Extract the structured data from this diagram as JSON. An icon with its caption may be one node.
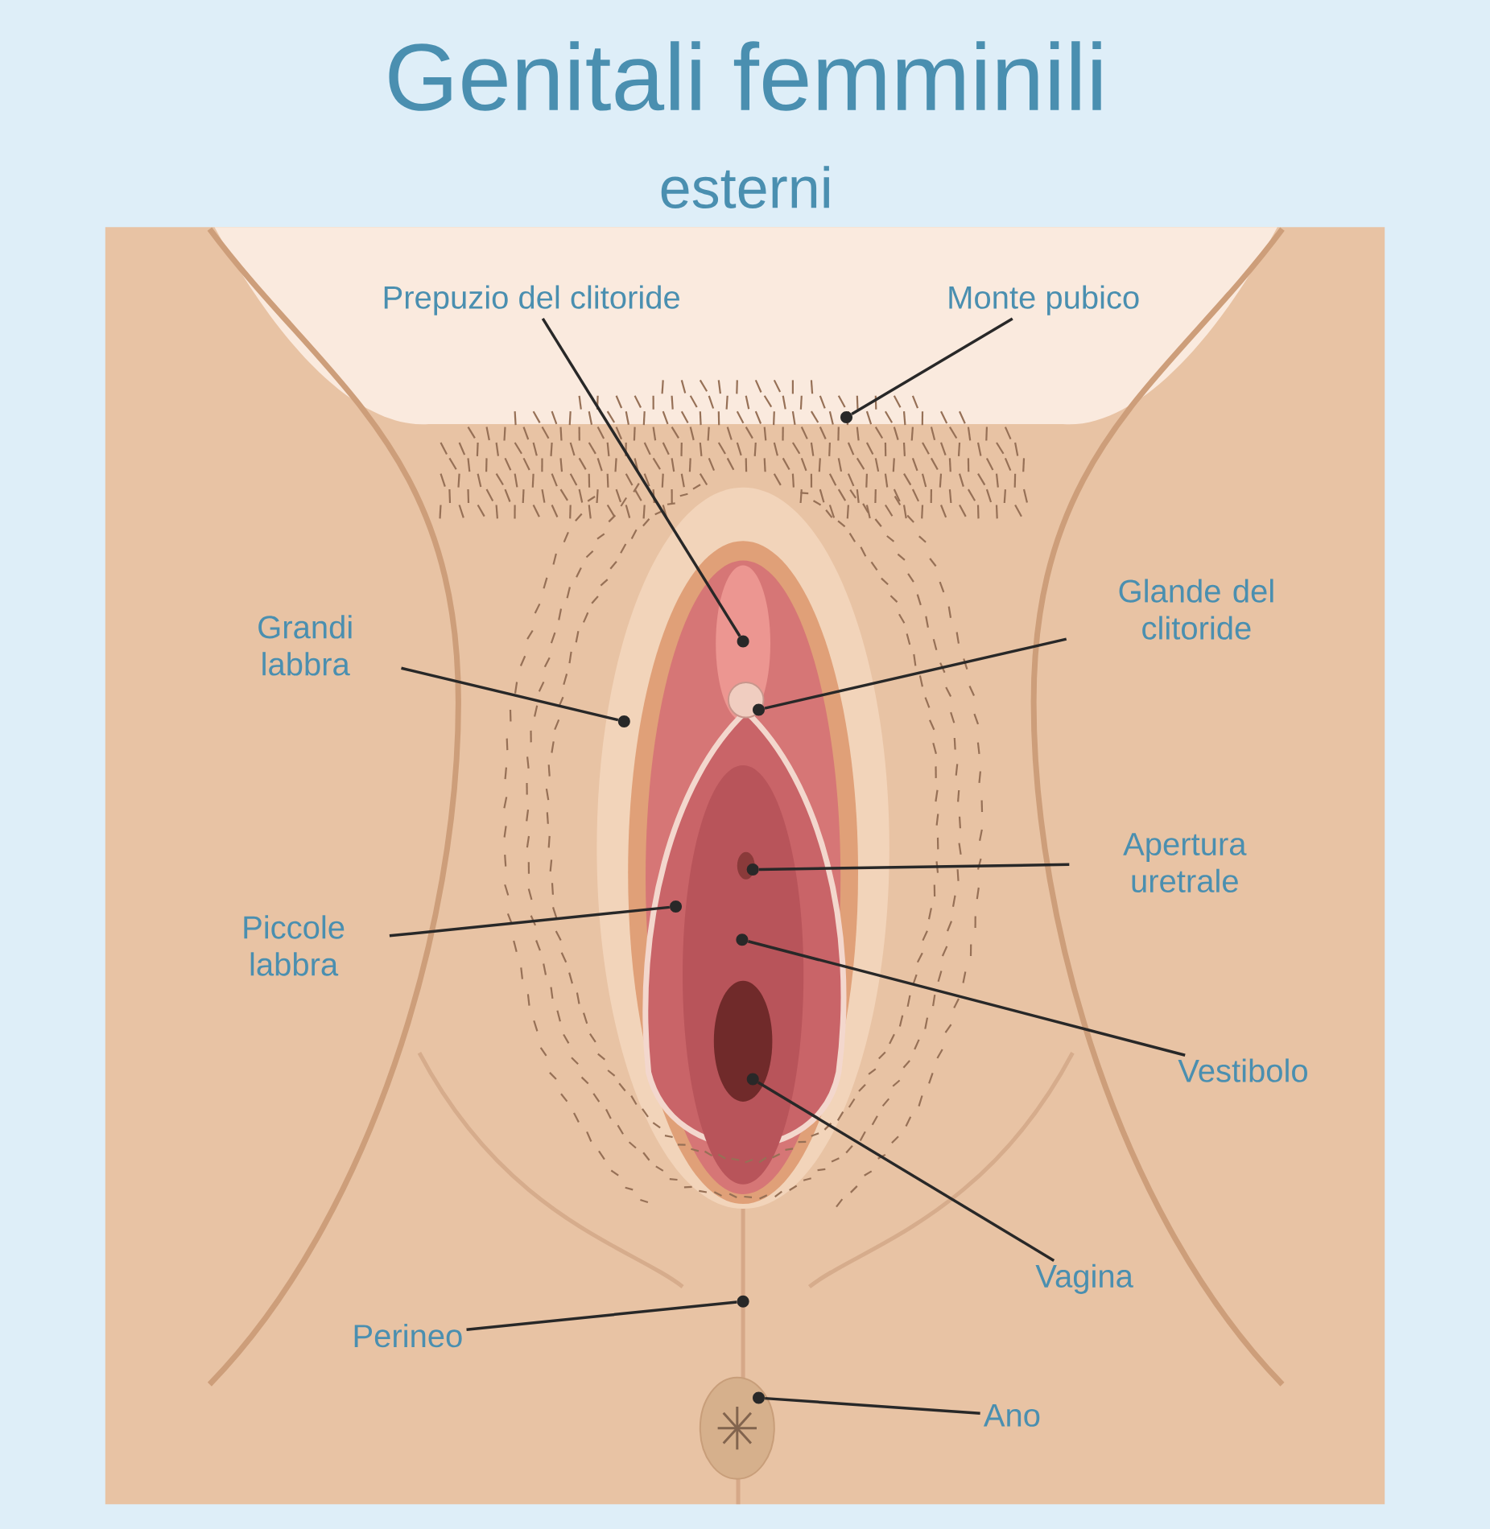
{
  "diagram": {
    "title": "Genitali femminili",
    "nodes": [
      {
        "text": [
          "Prepuzio del clitoride"
        ]
      },
      {
        "text": [
          "Monte pubico"
        ]
      },
      {
        "text": [
          "Grandi labbra"
        ]
      },
      {
        "text": [
          "Glande del clitoride"
        ]
      },
      {
        "text": [
          "Apertura uretrale"
        ]
      },
      {
        "text": [
          "Piccole labbra"
        ]
      },
      {
        "text": [
          "Vestibolo"
        ]
      },
      {
        "text": [
          "Vagina"
        ]
      },
      {
        "text": [
          "Perineo"
        ]
      },
      {
        "text": [
          "Ano"
        ]
      },
      {
        "text": [],
        "shape": "circle"
      },
      {
        "text": [],
        "shape": "circle"
      },
      {
        "text": [],
        "shape": "circle"
      },
      {
        "text": [],
        "shape": "circle"
      },
      {
        "text": [],
        "shape": "circle"
      },
      {
        "text": [],
        "shape": "circle"
      },
      {
        "text": [],
        "shape": "circle"
      },
      {
        "text": [],
        "shape": "circle"
      },
      {
        "text": [],
        "shape": "circle"
      },
      {
        "text": [],
        "shape": "circle"
      }
    ],
    "edges": [
      {
        "from": 0,
        "to": 10,
        "arrow": "none"
      },
      {
        "from": 1,
        "to": 11,
        "arrow": "none"
      },
      {
        "from": 2,
        "to": 12,
        "arrow": "none"
      },
      {
        "from": 3,
        "to": 13,
        "arrow": "none"
      },
      {
        "from": 4,
        "to": 14,
        "arrow": "none"
      },
      {
        "from": 5,
        "to": 15,
        "arrow": "none"
      },
      {
        "from": 6,
        "to": 16,
        "arrow": "none"
      },
      {
        "from": 7,
        "to": 17,
        "arrow": "none"
      },
      {
        "from": 8,
        "to": 18,
        "arrow": "none"
      },
      {
        "from": 9,
        "to": 19,
        "arrow": "none"
      }
    ],
    "labels": [
      "esterni"
    ]
  }
}
